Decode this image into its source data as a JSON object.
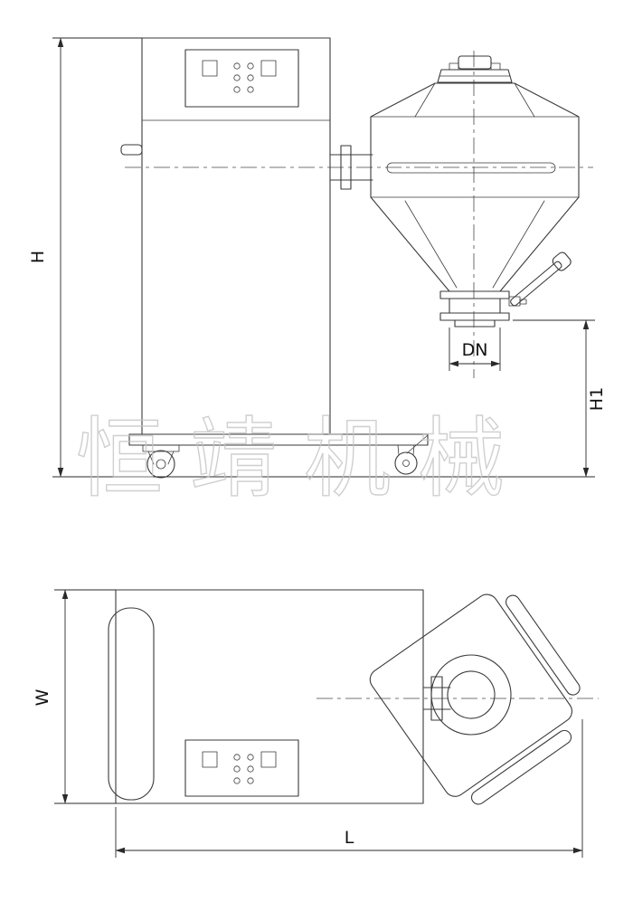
{
  "drawing": {
    "watermark": "恒靖机械",
    "labels": {
      "h": "H",
      "h1": "H1",
      "dn": "DN",
      "w": "W",
      "l": "L"
    },
    "colors": {
      "line": "#3a3a3a",
      "centerline": "#4a4a4a",
      "dimension": "#222222",
      "watermark": "#c4c4c4",
      "background": "#ffffff"
    }
  }
}
